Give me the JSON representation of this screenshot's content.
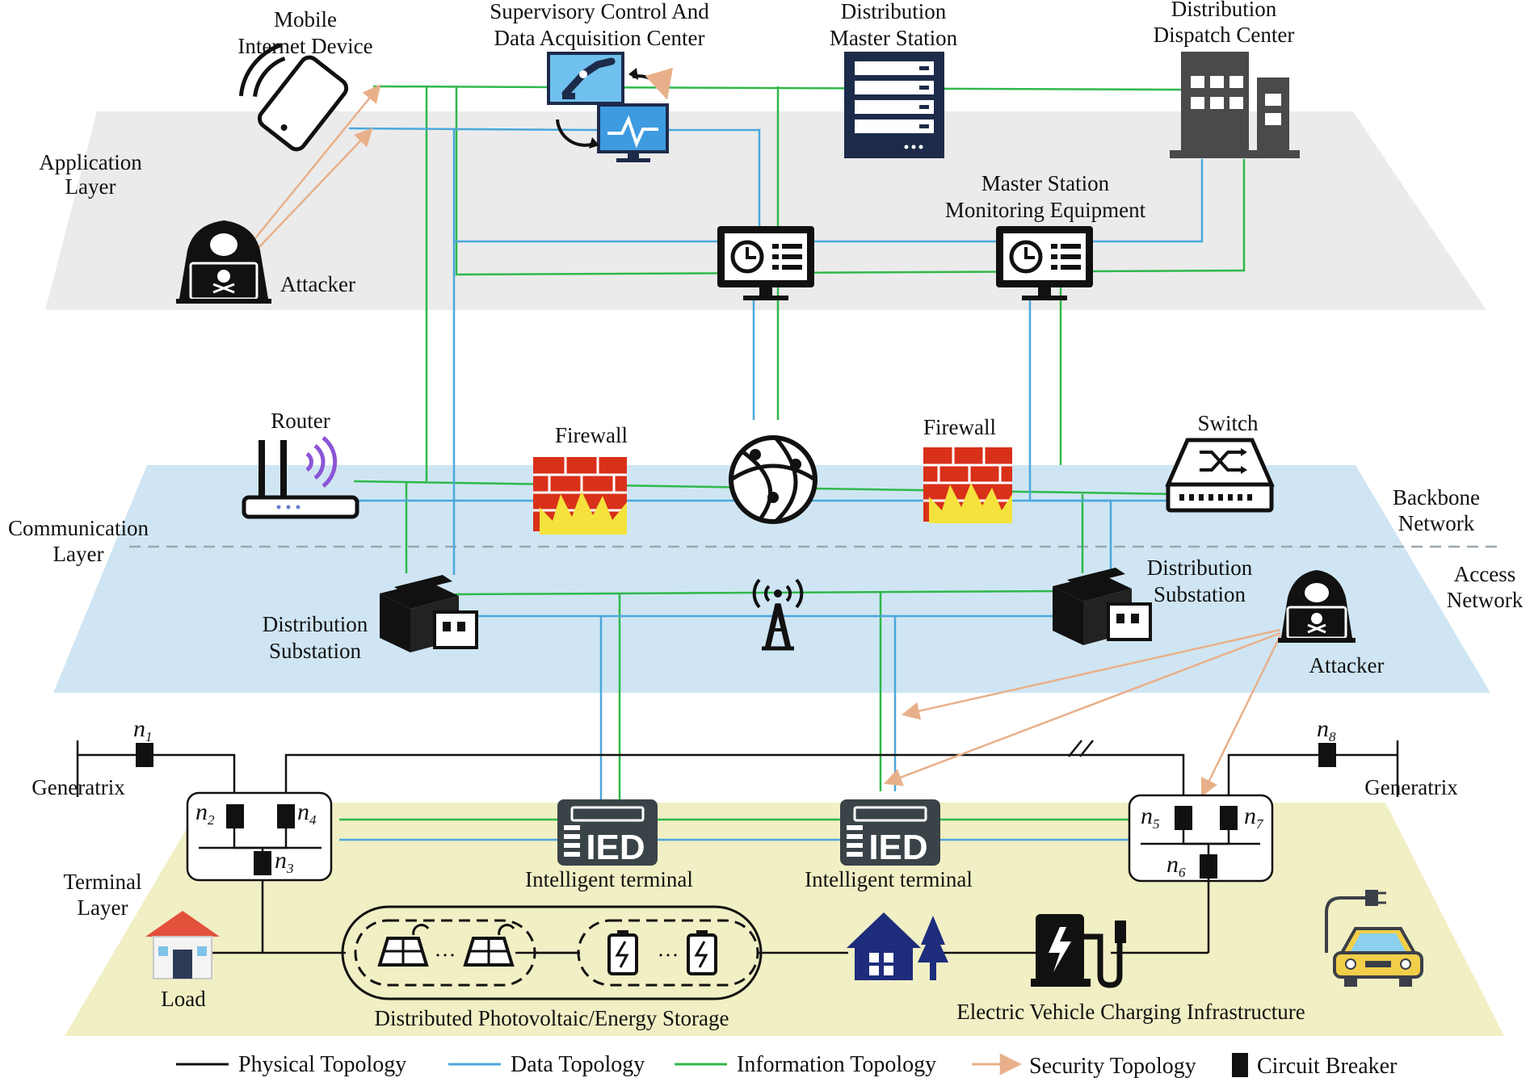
{
  "colors": {
    "physical": "#111111",
    "data": "#4aa8dc",
    "information": "#2fb84a",
    "security": "#e8b08a",
    "application_layer_fill": "#ebebeb",
    "communication_layer_fill": "#cfe5f3",
    "terminal_layer_fill": "#f1efc4",
    "firewall_red": "#d9301a",
    "firewall_yellow": "#f5e23c",
    "server_navy": "#1d2b4a",
    "building_gray": "#4a4a4a",
    "house_navy": "#1d2d7c",
    "load_roof": "#e2513b",
    "scada_blue": "#3e9be0"
  },
  "layers": {
    "application": "Application Layer",
    "communication": "Communication Layer",
    "terminal": "Terminal Layer",
    "backbone": "Backbone Network",
    "access": "Access Network"
  },
  "nodes": {
    "mobile": "Mobile Internet Device",
    "scada": "Supervisory Control And Data Acquisition Center",
    "master_station": "Distribution Master Station",
    "dispatch": "Distribution Dispatch Center",
    "monitoring": "Master Station Monitoring Equipment",
    "attacker_app": "Attacker",
    "router": "Router",
    "firewall_left": "Firewall",
    "firewall_right": "Firewall",
    "switch": "Switch",
    "substation_left": "Distribution Substation",
    "substation_right": "Distribution Substation",
    "attacker_access": "Attacker",
    "generatrix_left": "Generatrix",
    "generatrix_right": "Generatrix",
    "ied_badge": "IED",
    "ied_left": "Intelligent terminal",
    "ied_right": "Intelligent terminal",
    "load": "Load",
    "pv_storage": "Distributed Photovoltaic/Energy Storage",
    "ev": "Electric Vehicle Charging Infrastructure",
    "ellipsis": "···"
  },
  "breakers": {
    "n1": {
      "base": "n",
      "sub": "1"
    },
    "n2": {
      "base": "n",
      "sub": "2"
    },
    "n3": {
      "base": "n",
      "sub": "3"
    },
    "n4": {
      "base": "n",
      "sub": "4"
    },
    "n5": {
      "base": "n",
      "sub": "5"
    },
    "n6": {
      "base": "n",
      "sub": "6"
    },
    "n7": {
      "base": "n",
      "sub": "7"
    },
    "n8": {
      "base": "n",
      "sub": "8"
    }
  },
  "legend": {
    "physical": "Physical Topology",
    "data": "Data Topology",
    "information": "Information Topology",
    "security": "Security Topology",
    "breaker": "Circuit Breaker"
  }
}
